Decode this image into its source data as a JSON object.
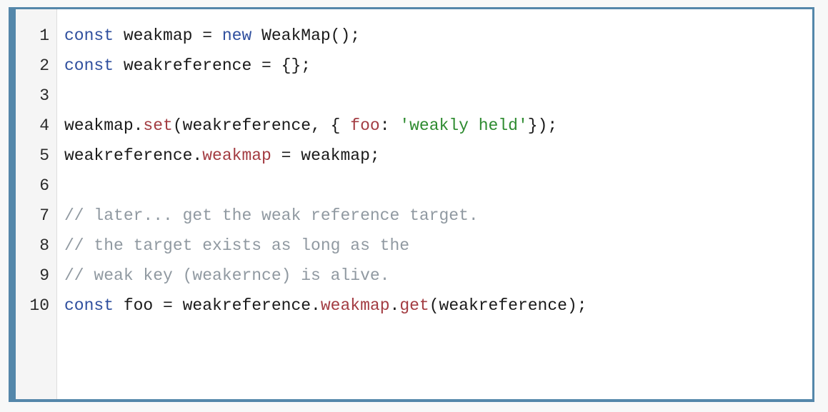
{
  "editor": {
    "language": "javascript",
    "accent_color": "#5487AA",
    "background_color": "#FFFFFF",
    "page_background_color": "#F7F8F8",
    "gutter_background_color": "#F5F5F5",
    "token_colors": {
      "plain": "#1A1A1A",
      "keyword": "#2F4F9E",
      "property": "#A33C42",
      "string": "#2E8B30",
      "comment": "#9099A1"
    },
    "line_numbers": [
      "1",
      "2",
      "3",
      "4",
      "5",
      "6",
      "7",
      "8",
      "9",
      "10"
    ],
    "lines": [
      {
        "number": "1",
        "text": "const weakmap = new WeakMap();",
        "tokens": [
          {
            "t": "const",
            "c": "keyword"
          },
          {
            "t": " weakmap = ",
            "c": "plain"
          },
          {
            "t": "new",
            "c": "keyword"
          },
          {
            "t": " WeakMap();",
            "c": "plain"
          }
        ]
      },
      {
        "number": "2",
        "text": "const weakreference = {};",
        "tokens": [
          {
            "t": "const",
            "c": "keyword"
          },
          {
            "t": " weakreference = {};",
            "c": "plain"
          }
        ]
      },
      {
        "number": "3",
        "text": "",
        "tokens": []
      },
      {
        "number": "4",
        "text": "weakmap.set(weakreference, { foo: 'weakly held'});",
        "tokens": [
          {
            "t": "weakmap.",
            "c": "plain"
          },
          {
            "t": "set",
            "c": "property"
          },
          {
            "t": "(weakreference, { ",
            "c": "plain"
          },
          {
            "t": "foo",
            "c": "property"
          },
          {
            "t": ": ",
            "c": "plain"
          },
          {
            "t": "'weakly held'",
            "c": "string"
          },
          {
            "t": "});",
            "c": "plain"
          }
        ]
      },
      {
        "number": "5",
        "text": "weakreference.weakmap = weakmap;",
        "tokens": [
          {
            "t": "weakreference.",
            "c": "plain"
          },
          {
            "t": "weakmap",
            "c": "property"
          },
          {
            "t": " = weakmap;",
            "c": "plain"
          }
        ]
      },
      {
        "number": "6",
        "text": "",
        "tokens": []
      },
      {
        "number": "7",
        "text": "// later... get the weak reference target.",
        "tokens": [
          {
            "t": "// later... get the weak reference target.",
            "c": "comment"
          }
        ]
      },
      {
        "number": "8",
        "text": "// the target exists as long as the",
        "tokens": [
          {
            "t": "// the target exists as long as the",
            "c": "comment"
          }
        ]
      },
      {
        "number": "9",
        "text": "// weak key (weakernce) is alive.",
        "tokens": [
          {
            "t": "// weak key (weakernce) is alive.",
            "c": "comment"
          }
        ]
      },
      {
        "number": "10",
        "text": "const foo = weakreference.weakmap.get(weakreference);",
        "tokens": [
          {
            "t": "const",
            "c": "keyword"
          },
          {
            "t": " foo = weakreference.",
            "c": "plain"
          },
          {
            "t": "weakmap",
            "c": "property"
          },
          {
            "t": ".",
            "c": "plain"
          },
          {
            "t": "get",
            "c": "property"
          },
          {
            "t": "(weakreference);",
            "c": "plain"
          }
        ]
      }
    ]
  }
}
